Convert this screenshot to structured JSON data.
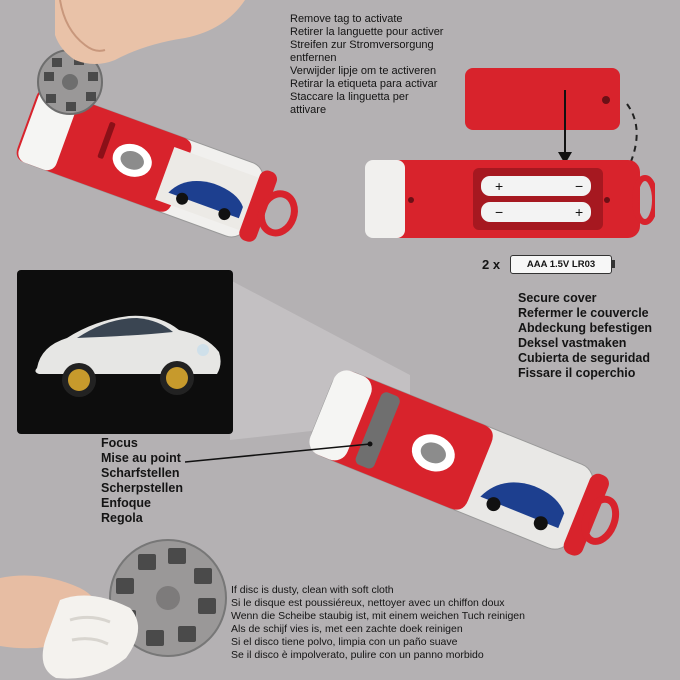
{
  "tag_instructions": {
    "lines": [
      "Remove tag to activate",
      "Retirer la languette pour activer",
      "Streifen zur Stromversorgung",
      "entfernen",
      "Verwijder lipje om te activeren",
      "Retirar la etiqueta para activar",
      "Staccare la linguetta per",
      "attivare"
    ]
  },
  "battery": {
    "quantity": "2 x",
    "type": "AAA 1.5V LR03",
    "plus": "+",
    "minus": "−"
  },
  "cover_instructions": {
    "lines": [
      "Secure cover",
      "Refermer le couvercle",
      "Abdeckung befestigen",
      "Deksel vastmaken",
      "Cubierta de seguridad",
      "Fissare il coperchio"
    ]
  },
  "focus_instructions": {
    "lines": [
      "Focus",
      "Mise au point",
      "Scharfstellen",
      "Scherpstellen",
      "Enfoque",
      "Regola"
    ]
  },
  "disc_instructions": {
    "lines": [
      "If disc is dusty, clean with soft cloth",
      "Si le disque est poussiéreux, nettoyer avec un chiffon doux",
      "Wenn die Scheibe staubig ist, mit einem weichen Tuch reinigen",
      "Als de schijf vies is, met een zachte doek reinigen",
      "Si el disco tiene polvo, limpia con un paño suave",
      "Se il disco è impolverato, pulire con un panno morbido"
    ]
  },
  "colors": {
    "background": "#b4b1b3",
    "torch_red": "#d8232c",
    "torch_white": "#f1f0ee",
    "disc_gray": "#9a9898",
    "projection_bg": "#0d0d0d"
  }
}
